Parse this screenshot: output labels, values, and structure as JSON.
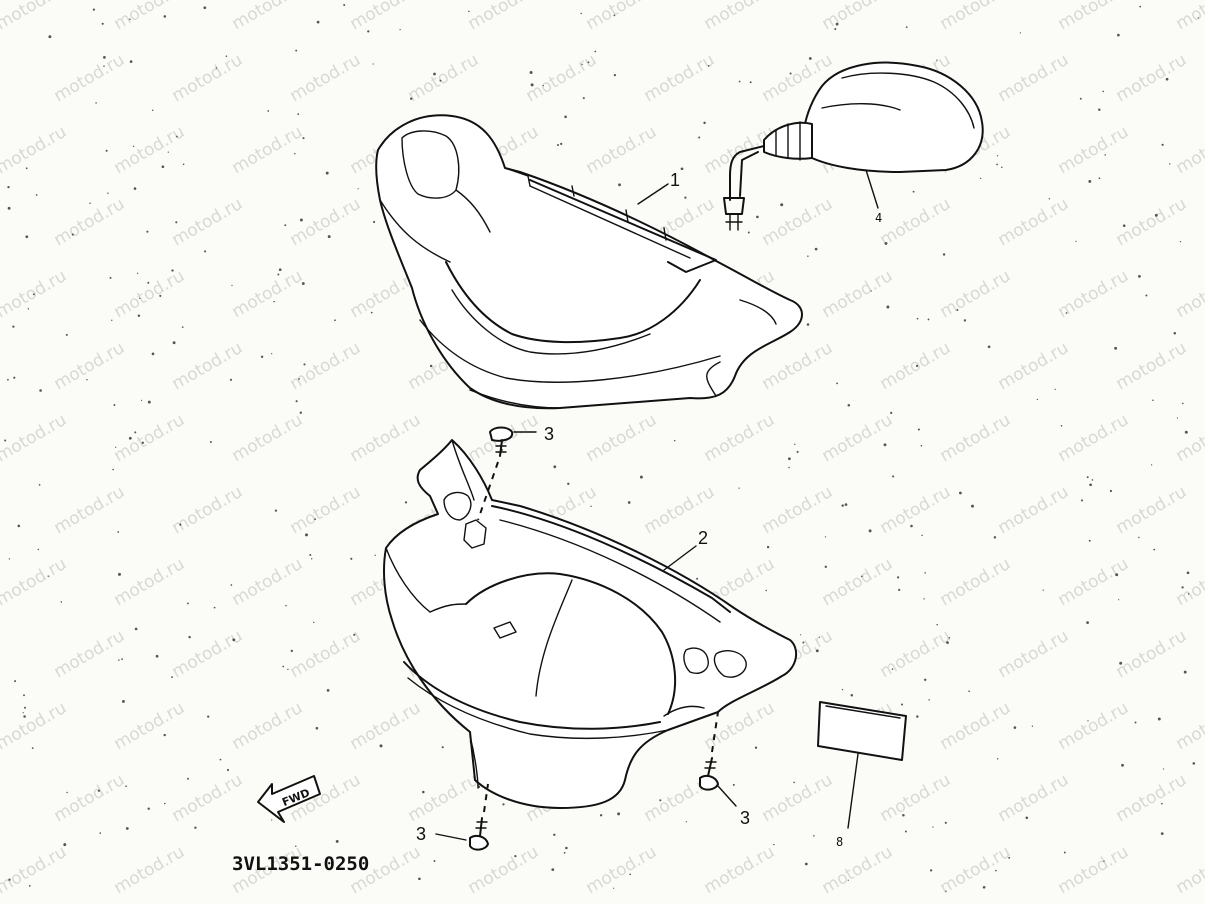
{
  "watermark": {
    "text": "motod.ru"
  },
  "diagram_code": "3VL1351-0250",
  "fwd_label": "FWD",
  "callouts": {
    "part1": "1",
    "part2": "2",
    "part3_top": "3",
    "part3_right": "3",
    "part3_left": "3",
    "part4": "4",
    "part8": "8"
  }
}
